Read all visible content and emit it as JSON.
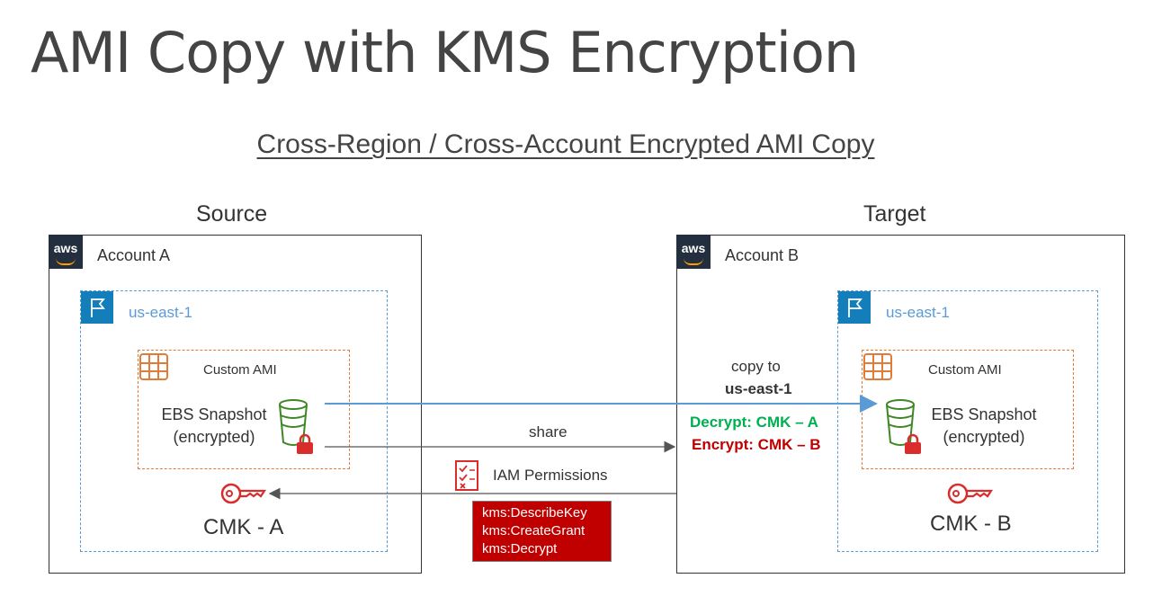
{
  "title": "AMI Copy with KMS Encryption",
  "subtitle": "Cross-Region / Cross-Account Encrypted AMI Copy",
  "source": {
    "heading": "Source",
    "account": "Account A",
    "aws_badge": "aws",
    "region": "us-east-1",
    "ami_label": "Custom AMI",
    "snapshot_line1": "EBS Snapshot",
    "snapshot_line2": "(encrypted)",
    "cmk": "CMK - A"
  },
  "target": {
    "heading": "Target",
    "account": "Account B",
    "aws_badge": "aws",
    "region": "us-east-1",
    "ami_label": "Custom AMI",
    "snapshot_line1": "EBS Snapshot",
    "snapshot_line2": "(encrypted)",
    "cmk": "CMK - B"
  },
  "copy": {
    "line1": "copy to",
    "line2": "us-east-1",
    "decrypt": "Decrypt: CMK – A",
    "encrypt": "Encrypt: CMK – B"
  },
  "share_label": "share",
  "iam": {
    "label": "IAM Permissions",
    "permissions": [
      "kms:DescribeKey",
      "kms:CreateGrant",
      "kms:Decrypt"
    ]
  },
  "colors": {
    "decrypt": "#00b050",
    "encrypt": "#c00000",
    "arrow_blue": "#5a9bd5",
    "key_red": "#d92d2d",
    "bucket_green": "#3f8624",
    "ami_orange": "#e07b39"
  },
  "icons": {
    "aws_logo": "aws-logo-icon",
    "region_flag": "region-flag-icon",
    "ami": "ami-grid-icon",
    "snapshot": "ebs-snapshot-bucket-icon",
    "lock": "lock-icon",
    "key": "key-icon",
    "iam": "checklist-icon"
  }
}
